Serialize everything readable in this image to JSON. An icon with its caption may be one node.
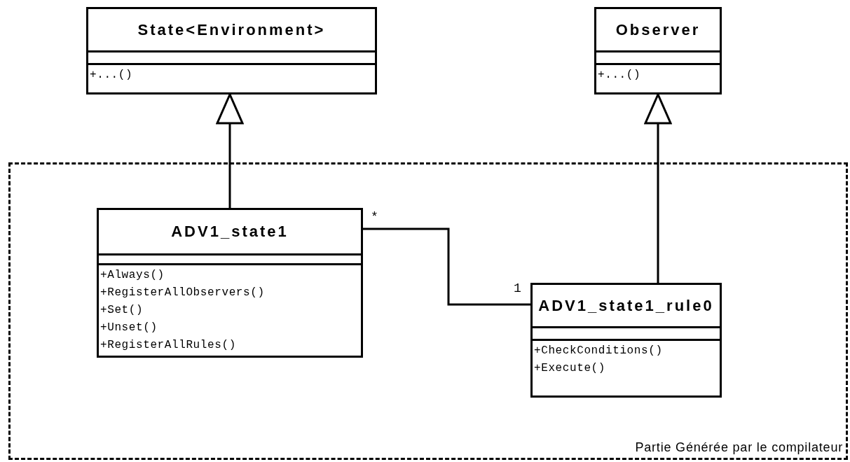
{
  "diagram": {
    "nodes": [
      {
        "text": [
          "State<Environment>",
          "+...()"
        ]
      },
      {
        "text": [
          "Observer",
          "+...()"
        ]
      },
      {
        "text": [
          "Partie Générée par le compilateur"
        ]
      },
      {
        "text": [
          "ADV1_state1",
          "+Always()",
          "+RegisterAllObservers()",
          "+Set()",
          "+Unset()",
          "+RegisterAllRules()"
        ],
        "in": 2
      },
      {
        "text": [
          "ADV1_state1_rule0",
          "+CheckConditions()",
          "+Execute()"
        ],
        "in": 2
      }
    ],
    "edges": [
      {
        "from": 3,
        "to": 0,
        "arrow": "to"
      },
      {
        "from": 4,
        "to": 1,
        "arrow": "to"
      },
      {
        "from": 3,
        "to": 4,
        "arrow": "none"
      }
    ],
    "labels": [
      "*",
      "1"
    ]
  }
}
